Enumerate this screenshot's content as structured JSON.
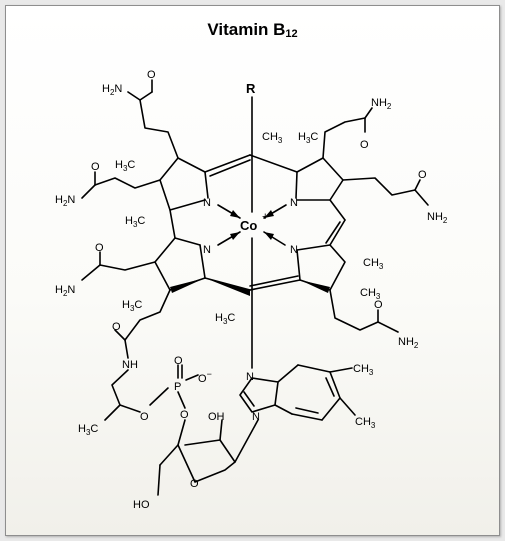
{
  "title": {
    "main": "Vitamin B",
    "sub": "12"
  },
  "labels": {
    "r_group": "R",
    "cobalt": "Co",
    "cobalt_charge": "+",
    "nitrogen": "N",
    "oxygen": "O",
    "phosphorus": "P",
    "amino_left": "H",
    "amino_n": "N",
    "amino_sub": "2",
    "nh2": "NH",
    "nh2_sub": "2",
    "nh": "NH",
    "ch3": "CH",
    "ch3_sub": "3",
    "h3c": "H",
    "h3c_sub": "3",
    "h3c_c": "C",
    "oh": "OH",
    "ho": "HO",
    "o_minus": "O",
    "minus": "−"
  }
}
